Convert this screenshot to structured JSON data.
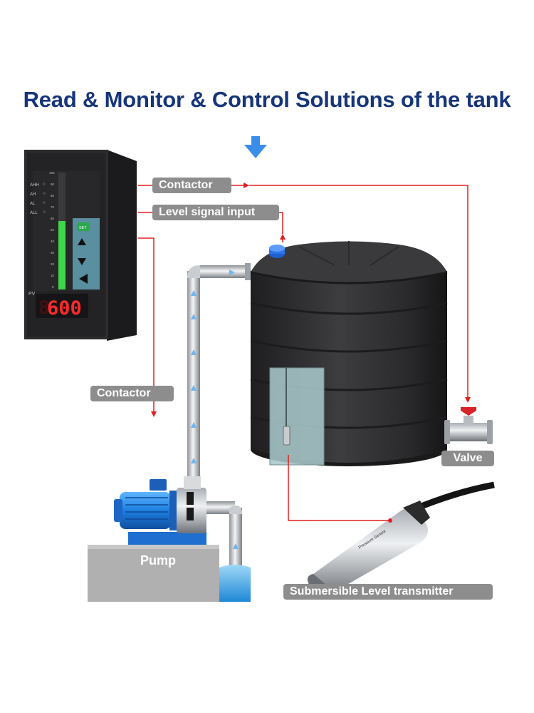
{
  "title": "Read & Monitor & Control Solutions of the tank",
  "labels": {
    "contactor_top": "Contactor",
    "level_signal": "Level signal input",
    "contactor_left": "Contactor",
    "valve": "Valve",
    "pump": "Pump",
    "transmitter": "Submersible Level transmitter"
  },
  "controller": {
    "alarms": [
      "AHH",
      "AH",
      "AL",
      "ALL"
    ],
    "scale_ticks": [
      "100",
      "90",
      "80",
      "70",
      "60",
      "50",
      "40",
      "30",
      "20",
      "10",
      "0"
    ],
    "pv_label": "PV",
    "display_value": "600",
    "set_label": "SET",
    "bar_level_percent": 60
  },
  "colors": {
    "title": "#17357a",
    "tag_bg": "#8d8d8d",
    "signal_line": "#e02020",
    "flow_arrow": "#6fb7ee",
    "down_arrow": "#3a8ee8",
    "display_digits": "#ff2a2a",
    "bar_green": "#3fd64a"
  }
}
